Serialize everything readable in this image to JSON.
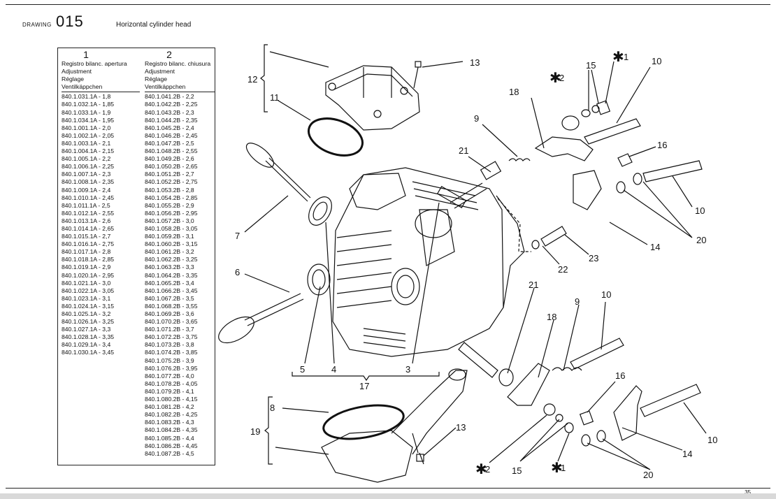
{
  "header": {
    "drawing_label": "DRAWING",
    "drawing_number": "015",
    "title": "Horizontal cylinder head"
  },
  "table": {
    "col1": {
      "number": "1",
      "headings": [
        "Registro bilanc. apertura",
        "Adjustment",
        "Réglage",
        "Ventilkäppchen"
      ],
      "rows": [
        "840.1.031.1A - 1,8",
        "840.1.032.1A - 1,85",
        "840.1.033.1A - 1,9",
        "840.1.034.1A - 1,95",
        "840.1.001.1A - 2,0",
        "840.1.002.1A - 2,05",
        "840.1.003.1A - 2,1",
        "840.1.004.1A - 2,15",
        "840.1.005.1A - 2,2",
        "840.1.006.1A - 2,25",
        "840.1.007.1A - 2,3",
        "840.1.008.1A - 2,35",
        "840.1.009.1A - 2,4",
        "840.1.010.1A - 2,45",
        "840.1.011.1A - 2,5",
        "840.1.012.1A - 2,55",
        "840.1.013.1A - 2,6",
        "840.1.014.1A - 2,65",
        "840.1.015.1A - 2,7",
        "840.1.016.1A - 2,75",
        "840.1.017.1A - 2,8",
        "840.1.018.1A - 2,85",
        "840.1.019.1A - 2,9",
        "840.1.020.1A - 2,95",
        "840.1.021.1A - 3,0",
        "840.1.022.1A - 3,05",
        "840.1.023.1A - 3,1",
        "840.1.024.1A - 3,15",
        "840.1.025.1A - 3,2",
        "840.1.026.1A - 3,25",
        "840.1.027.1A - 3,3",
        "840.1.028.1A - 3,35",
        "840.1.029.1A - 3,4",
        "840.1.030.1A - 3,45"
      ]
    },
    "col2": {
      "number": "2",
      "headings": [
        "Registro bilanc. chiusura",
        "Adjustment",
        "Réglage",
        "Ventilkäppchen"
      ],
      "rows": [
        "840.1.041.2B - 2,2",
        "840.1.042.2B - 2,25",
        "840.1.043.2B - 2,3",
        "840.1.044.2B - 2,35",
        "840.1.045.2B - 2,4",
        "840.1.046.2B - 2,45",
        "840.1.047.2B - 2,5",
        "840.1.048.2B - 2,55",
        "840.1.049.2B - 2,6",
        "840.1.050.2B - 2,65",
        "840.1.051.2B - 2,7",
        "840.1.052.2B - 2,75",
        "840.1.053.2B - 2,8",
        "840.1.054.2B - 2,85",
        "840.1.055.2B - 2,9",
        "840.1.056.2B - 2,95",
        "840.1.057.2B - 3,0",
        "840.1.058.2B - 3,05",
        "840.1.059.2B - 3,1",
        "840.1.060.2B - 3,15",
        "840.1.061.2B - 3,2",
        "840.1.062.2B - 3,25",
        "840.1.063.2B - 3,3",
        "840.1.064.2B - 3,35",
        "840.1.065.2B - 3,4",
        "840.1.066.2B - 3,45",
        "840.1.067.2B - 3,5",
        "840.1.068.2B - 3,55",
        "840.1.069.2B - 3,6",
        "840.1.070.2B - 3,65",
        "840.1.071.2B - 3,7",
        "840.1.072.2B - 3,75",
        "840.1.073.2B - 3,8",
        "840.1.074.2B - 3,85",
        "840.1.075.2B - 3,9",
        "840.1.076.2B - 3,95",
        "840.1.077.2B - 4,0",
        "840.1.078.2B - 4,05",
        "840.1.079.2B - 4,1",
        "840.1.080.2B - 4,15",
        "840.1.081.2B - 4,2",
        "840.1.082.2B - 4,25",
        "840.1.083.2B - 4,3",
        "840.1.084.2B - 4,35",
        "840.1.085.2B - 4,4",
        "840.1.086.2B - 4,45",
        "840.1.087.2B - 4,5"
      ]
    }
  },
  "callouts": {
    "c1": "1",
    "c2": "2",
    "c3": "3",
    "c4": "4",
    "c5": "5",
    "c6": "6",
    "c7": "7",
    "c8": "8",
    "c9": "9",
    "c10": "10",
    "c11": "11",
    "c12": "12",
    "c13": "13",
    "c14": "14",
    "c15": "15",
    "c16": "16",
    "c17": "17",
    "c18": "18",
    "c19": "19",
    "c20": "20",
    "c21": "21",
    "c22": "22",
    "c23": "23",
    "star": "✱"
  },
  "footer": {
    "page_number": "35"
  }
}
